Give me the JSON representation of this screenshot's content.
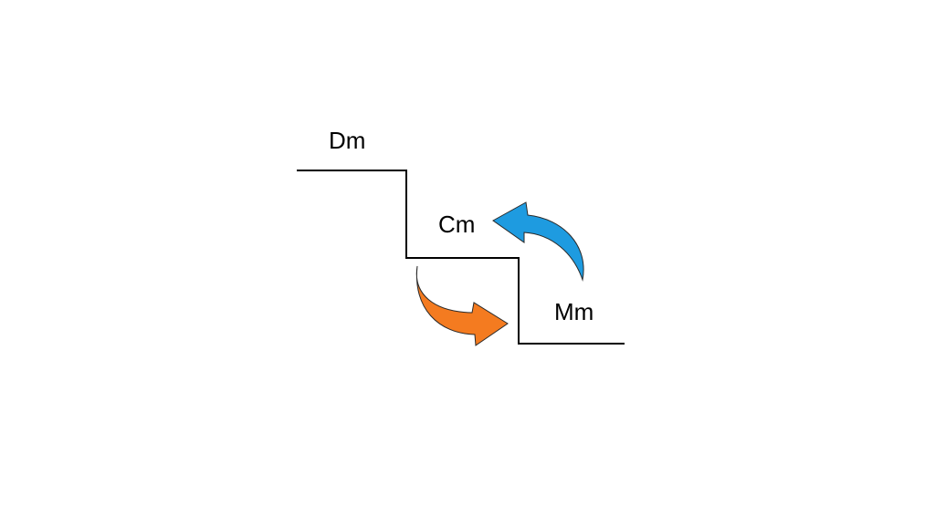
{
  "diagram": {
    "levels": [
      {
        "id": "upper",
        "label": "Dm"
      },
      {
        "id": "middle",
        "label": "Cm"
      },
      {
        "id": "lower",
        "label": "Mm"
      }
    ],
    "arrows": [
      {
        "id": "down-arrow",
        "from": "Cm",
        "to": "Mm",
        "color": "#F47B20"
      },
      {
        "id": "up-arrow",
        "from": "Mm",
        "to": "Cm",
        "color": "#1E9BE0"
      }
    ],
    "colors": {
      "line": "#000000",
      "background": "#FFFFFF"
    }
  }
}
